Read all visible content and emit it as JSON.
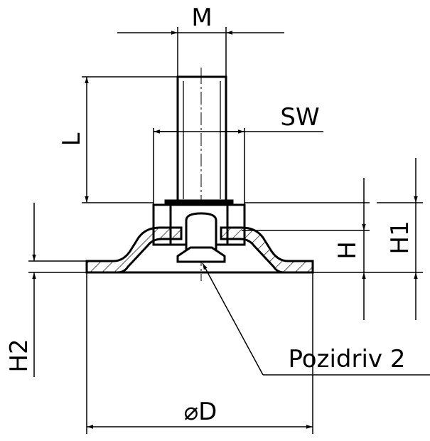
{
  "labels": {
    "m": "M",
    "sw": "SW",
    "l": "L",
    "h": "H",
    "h1": "H1",
    "h2": "H2",
    "d": "⌀D",
    "screw": "Pozidriv 2"
  }
}
